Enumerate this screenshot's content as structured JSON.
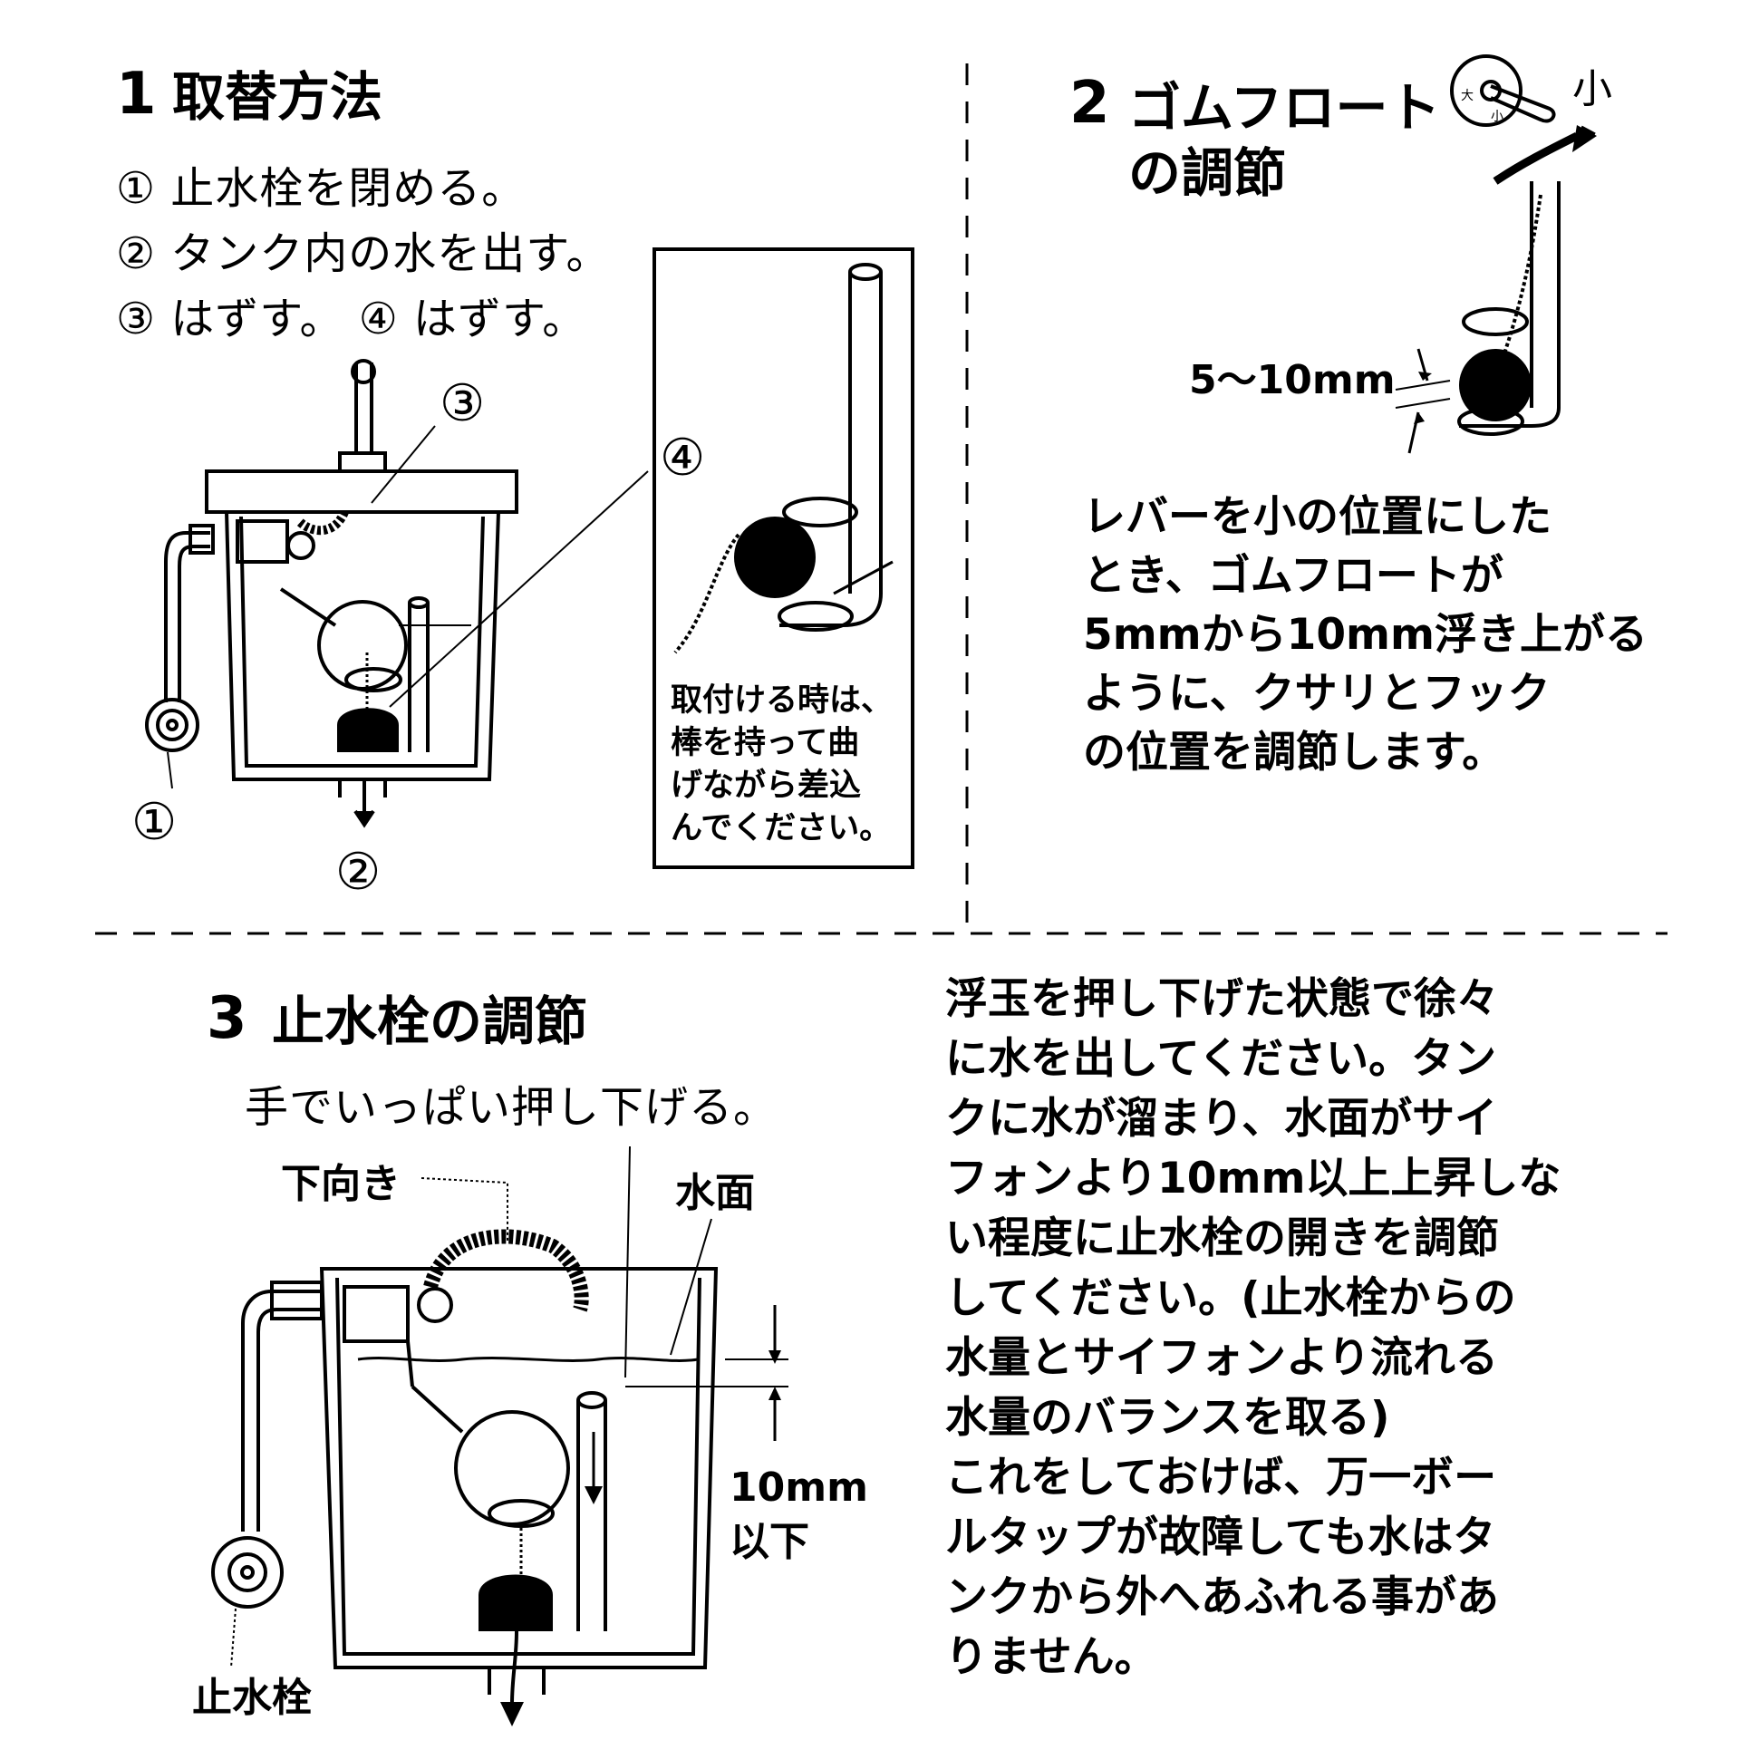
{
  "section1": {
    "number": "1",
    "title": "取替方法",
    "steps": [
      "① 止水栓を閉める。",
      "② タンク内の水を出す。",
      "③ はずす。 ④ はずす。"
    ],
    "markers": [
      "③",
      "④",
      "①",
      "②"
    ],
    "note_lines": [
      "取付ける時は、",
      "棒を持って曲",
      "げながら差込",
      "んでください。"
    ]
  },
  "section2": {
    "number": "2",
    "title_line1": "ゴムフロート",
    "title_line2": "の調節",
    "lever_small": "小",
    "lever_big": "大",
    "lever_small_mini": "小",
    "gap_label": "5〜10mm",
    "body_lines": [
      "レバーを小の位置にした",
      "とき、ゴムフロートが",
      "5mmから10mm浮き上がる",
      "ように、クサリとフック",
      "の位置を調節します。"
    ]
  },
  "section3": {
    "number": "3",
    "title": "止水栓の調節",
    "instruction": "手でいっぱい押し下げる。",
    "label_down": "下向き",
    "label_water": "水面",
    "label_10mm": "10mm",
    "label_below": "以下",
    "label_valve": "止水栓",
    "body_lines": [
      "浮玉を押し下げた状態で徐々",
      "に水を出してください。タン",
      "クに水が溜まり、水面がサイ",
      "フォンより10mm以上上昇しな",
      "い程度に止水栓の開きを調節",
      "してください。(止水栓からの",
      "水量とサイフォンより流れる",
      "水量のバランスを取る)",
      "これをしておけば、万一ボー",
      "ルタップが故障しても水はタ",
      "ンクから外へあふれる事があ",
      "りません。"
    ]
  }
}
